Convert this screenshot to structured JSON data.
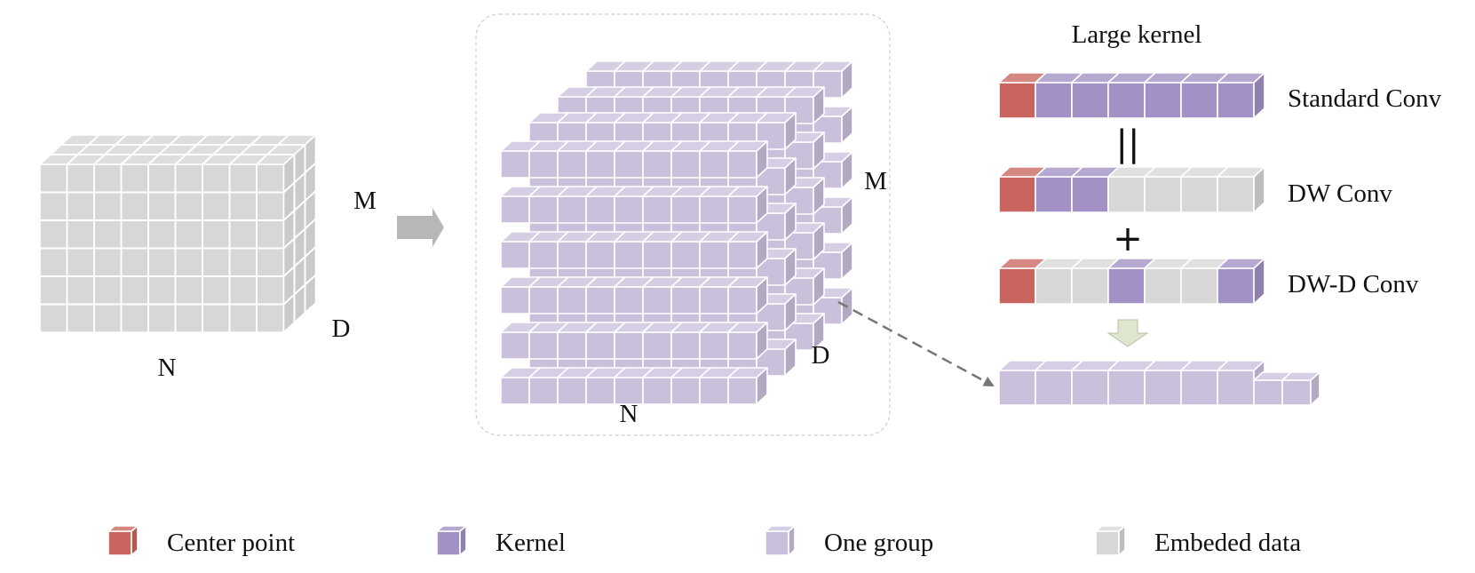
{
  "colors": {
    "center_point": "#c9655f",
    "kernel": "#a291c4",
    "one_group": "#cbc0dc",
    "embeded_data": "#d7d7d7",
    "arrow_gray": "#b7b7b7",
    "down_arrow": "#dfe6cf"
  },
  "tensor": {
    "n_label": "N",
    "m_label": "M",
    "d_label": "D"
  },
  "grouped_tensor": {
    "n_label": "N",
    "m_label": "M",
    "d_label": "D"
  },
  "kernels": {
    "title": "Large kernel",
    "standard_label": "Standard Conv",
    "dw_label": "DW Conv",
    "dwd_label": "DW-D Conv",
    "equals_symbol": "||",
    "plus_symbol": "+",
    "standard_cells": [
      "center",
      "kernel",
      "kernel",
      "kernel",
      "kernel",
      "kernel",
      "kernel"
    ],
    "dw_cells": [
      "center",
      "kernel",
      "kernel",
      "embed",
      "embed",
      "embed",
      "embed"
    ],
    "dwd_cells": [
      "center",
      "embed",
      "embed",
      "kernel",
      "embed",
      "embed",
      "kernel"
    ]
  },
  "legend": [
    {
      "label": "Center point",
      "color": "#c9655f"
    },
    {
      "label": "Kernel",
      "color": "#a291c4"
    },
    {
      "label": "One group",
      "color": "#cbc0dc"
    },
    {
      "label": "Embeded data",
      "color": "#d7d7d7"
    }
  ]
}
